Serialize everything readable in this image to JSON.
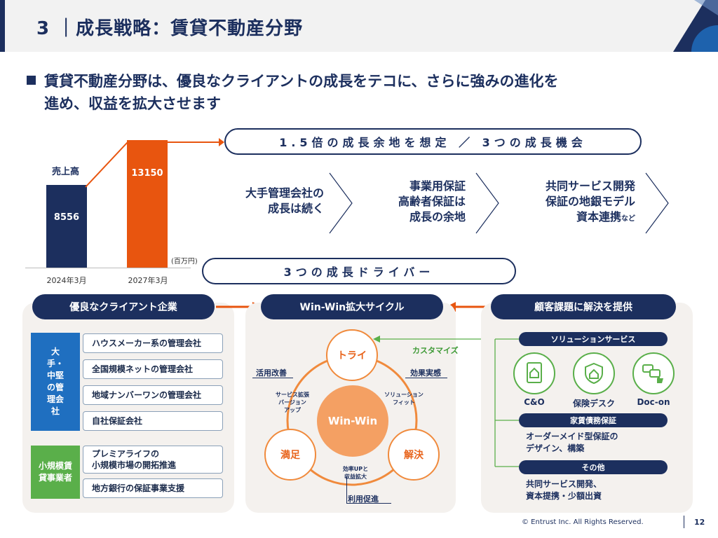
{
  "header": {
    "title": "3 ｜成長戦略：賃貸不動産分野"
  },
  "lead": {
    "line1": "賃貸不動産分野は、優良なクライアントの成長をテコに、さらに強みの進化を",
    "line2": "進め、収益を拡大させます"
  },
  "chart_data": {
    "type": "bar",
    "categories": [
      "2024年3月",
      "2027年3月"
    ],
    "values": [
      8556,
      13150
    ],
    "value_labels": [
      "8556",
      "13150"
    ],
    "ylabel": "売上高",
    "unit": "(百万円)",
    "colors": [
      "#1c2f5e",
      "#e8550f"
    ]
  },
  "growth": {
    "title": "1.5倍の成長余地を想定 ／ 3つの成長機会",
    "opportunities": [
      {
        "line1": "大手管理会社の",
        "line2": "成長は続く",
        "line3": "",
        "suffix": ""
      },
      {
        "line1": "事業用保証",
        "line2": "高齢者保証は",
        "line3": "成長の余地",
        "suffix": ""
      },
      {
        "line1": "共同サービス開発",
        "line2": "保証の地銀モデル",
        "line3": "資本連携",
        "suffix": "など"
      }
    ]
  },
  "drivers": {
    "title": "3つの成長ドライバー"
  },
  "clients": {
    "title": "優良なクライアント企業",
    "large_label": "大手・中堅の管理会社",
    "large_items": [
      "ハウスメーカー系の管理会社",
      "全国規模ネットの管理会社",
      "地域ナンバーワンの管理会社",
      "自社保証会社"
    ],
    "small_label": "小規模賃貸事業者",
    "small_items": [
      {
        "line1": "プレミアライフの",
        "line2": "小規模市場の開拓推進"
      },
      {
        "line1": "地方銀行の保証事業支援",
        "line2": ""
      }
    ]
  },
  "cycle": {
    "title": "Win-Win拡大サイクル",
    "center": "Win-Win",
    "nodes": {
      "try": "トライ",
      "solve": "解決",
      "satisfy": "満足"
    },
    "labels": {
      "customize": "カスタマイズ",
      "kaizen": "活用改善",
      "effect": "効果実感",
      "promote": "利用促進"
    },
    "tiny": {
      "service_up_1": "サービス拡張",
      "service_up_2": "バージョン",
      "service_up_3": "アップ",
      "solution_1": "ソリューション",
      "solution_2": "フィット",
      "efficiency_1": "効率UPと",
      "efficiency_2": "収益拡大"
    }
  },
  "solutions": {
    "title": "顧客課題に解決を提供",
    "service_title": "ソリューションサービス",
    "services": [
      "C&O",
      "保険デスク",
      "Doc-on"
    ],
    "rent_title": "家賃債務保証",
    "rent_text_1": "オーダーメイド型保証の",
    "rent_text_2": "デザイン、構築",
    "other_title": "その他",
    "other_text_1": "共同サービス開発、",
    "other_text_2": "資本提携・少額出資"
  },
  "colors": {
    "navy": "#1c2f5e",
    "orange": "#e8550f",
    "blue": "#1f6fc0",
    "green": "#5aaf4a"
  },
  "footer": {
    "copyright": "© Entrust Inc. All Rights Reserved.",
    "page": "12"
  }
}
